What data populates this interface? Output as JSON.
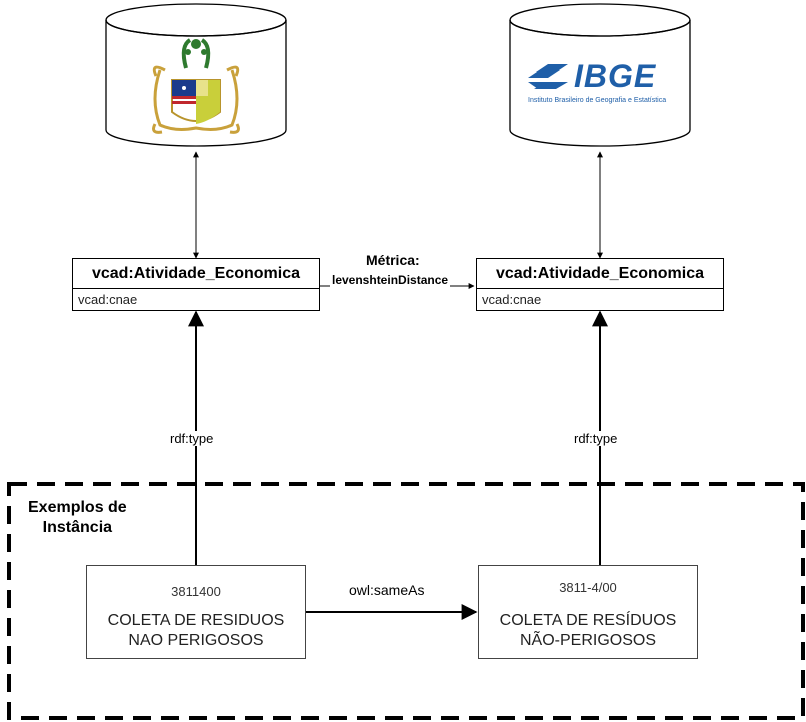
{
  "databases": {
    "left": {
      "logo": "maranhao-coat-of-arms"
    },
    "right": {
      "logo": "ibge-logo",
      "brand": "IBGE",
      "subtitle": "Instituto Brasileiro de Geografia e Estatística",
      "brand_color": "#1f5fa8"
    }
  },
  "classes": {
    "left": {
      "title": "vcad:Atividade_Economica",
      "attribute": "vcad:cnae"
    },
    "right": {
      "title": "vcad:Atividade_Economica",
      "attribute": "vcad:cnae"
    }
  },
  "metric": {
    "label": "Métrica:",
    "value": "levenshteinDistance"
  },
  "edges": {
    "left_type": "rdf:type",
    "right_type": "rdf:type",
    "same_as": "owl:sameAs"
  },
  "instances_group": {
    "title_line1": "Exemplos de",
    "title_line2": "Instância"
  },
  "instances": {
    "left": {
      "code": "3811400",
      "name_line1": "COLETA DE RESIDUOS",
      "name_line2": "NAO PERIGOSOS"
    },
    "right": {
      "code": "3811-4/00",
      "name_line1": "COLETA DE RESÍDUOS",
      "name_line2": "NÃO-PERIGOSOS"
    }
  }
}
